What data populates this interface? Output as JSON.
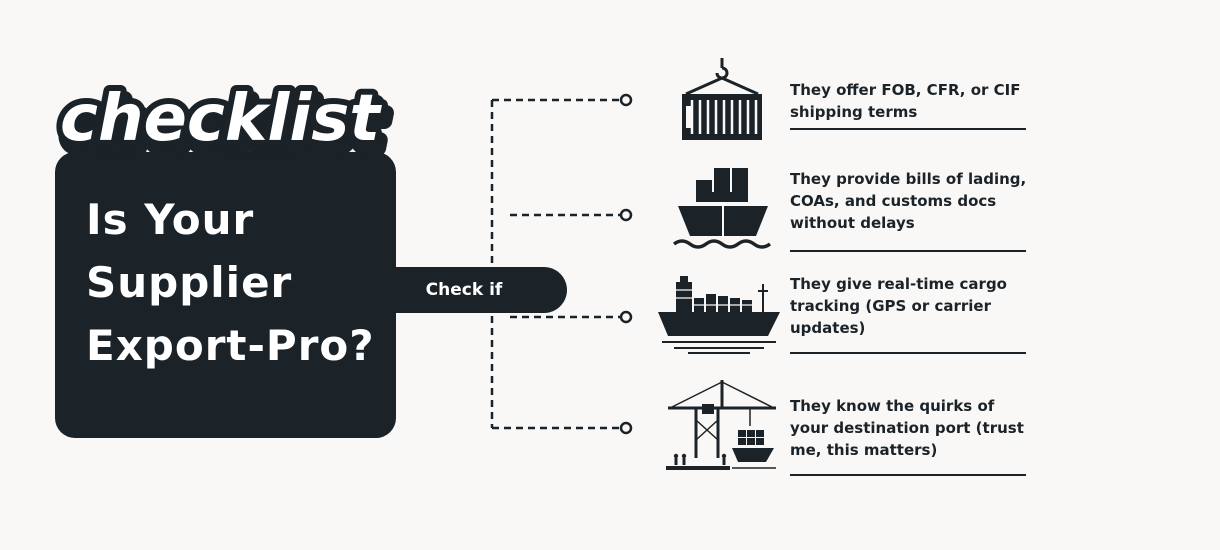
{
  "heading": {
    "checklist_word": "checklist",
    "title_lines": [
      "Is Your",
      "Supplier",
      "Export-Pro?"
    ]
  },
  "connector": {
    "label": "Check if"
  },
  "items": [
    {
      "icon": "container-crane-hook-icon",
      "text": "They offer FOB, CFR, or CIF shipping terms"
    },
    {
      "icon": "cargo-ship-bow-icon",
      "text": "They provide bills of lading, COAs, and customs docs without delays"
    },
    {
      "icon": "container-vessel-icon",
      "text": "They give real-time cargo tracking (GPS or carrier updates)"
    },
    {
      "icon": "port-gantry-crane-icon",
      "text": "They know the quirks of your destination port (trust me, this matters)"
    }
  ],
  "colors": {
    "background": "#f9f8f6",
    "dark": "#1b2329",
    "text_light": "#ffffff"
  }
}
